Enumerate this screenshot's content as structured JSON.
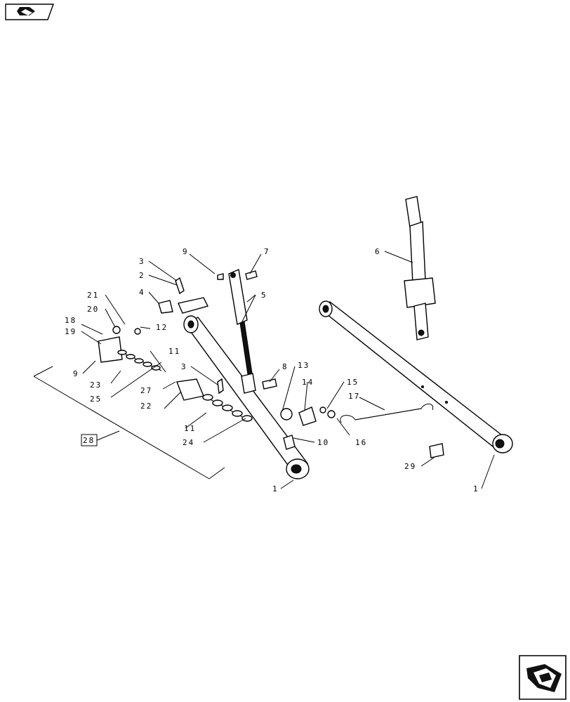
{
  "callouts": [
    {
      "id": "c1a",
      "text": "1"
    },
    {
      "id": "c1b",
      "text": "1"
    },
    {
      "id": "c2",
      "text": "2"
    },
    {
      "id": "c3a",
      "text": "3"
    },
    {
      "id": "c3b",
      "text": "3"
    },
    {
      "id": "c4",
      "text": "4"
    },
    {
      "id": "c5",
      "text": "5"
    },
    {
      "id": "c6",
      "text": "6"
    },
    {
      "id": "c7",
      "text": "7"
    },
    {
      "id": "c8",
      "text": "8"
    },
    {
      "id": "c9a",
      "text": "9"
    },
    {
      "id": "c9b",
      "text": "9"
    },
    {
      "id": "c10",
      "text": "10"
    },
    {
      "id": "c11a",
      "text": "11"
    },
    {
      "id": "c11b",
      "text": "11"
    },
    {
      "id": "c12",
      "text": "12"
    },
    {
      "id": "c13",
      "text": "13"
    },
    {
      "id": "c14",
      "text": "14"
    },
    {
      "id": "c15",
      "text": "15"
    },
    {
      "id": "c16",
      "text": "16"
    },
    {
      "id": "c17",
      "text": "17"
    },
    {
      "id": "c18",
      "text": "18"
    },
    {
      "id": "c19",
      "text": "19"
    },
    {
      "id": "c20",
      "text": "20"
    },
    {
      "id": "c21",
      "text": "21"
    },
    {
      "id": "c22",
      "text": "22"
    },
    {
      "id": "c23",
      "text": "23"
    },
    {
      "id": "c24",
      "text": "24"
    },
    {
      "id": "c25",
      "text": "25"
    },
    {
      "id": "c27",
      "text": "27"
    },
    {
      "id": "c28",
      "text": "28"
    },
    {
      "id": "c29",
      "text": "29"
    }
  ],
  "icons": {
    "top_left": "page-prev-icon",
    "bottom_right": "page-next-icon"
  }
}
